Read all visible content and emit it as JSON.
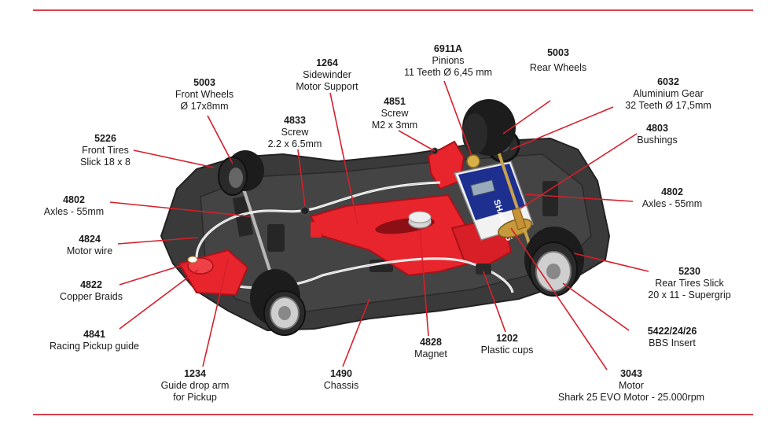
{
  "colors": {
    "rule": "#d9414b",
    "leader": "#d61f2b",
    "chassis": "#3a3a3a",
    "chassis_dark": "#2a2a2a",
    "motor_support": "#e8242c",
    "motor_label": "#1d2f8f",
    "tire": "#1c1c1c"
  },
  "motor": {
    "brand": "SHARK 25"
  },
  "labels": [
    {
      "id": "front-wheels",
      "code": "5003",
      "lines": [
        "Front Wheels",
        "Ø 17x8mm"
      ]
    },
    {
      "id": "sidewinder-support",
      "code": "1264",
      "lines": [
        "Sidewinder",
        "Motor Support"
      ]
    },
    {
      "id": "pinions",
      "code": "6911A",
      "lines": [
        "Pinions",
        "11 Teeth Ø 6,45 mm"
      ]
    },
    {
      "id": "rear-wheels",
      "code": "5003",
      "lines": [
        "Rear Wheels"
      ]
    },
    {
      "id": "aluminium-gear",
      "code": "6032",
      "lines": [
        "Aluminium Gear",
        "32 Teeth Ø 17,5mm"
      ]
    },
    {
      "id": "screw-4851",
      "code": "4851",
      "lines": [
        "Screw",
        "M2 x 3mm"
      ]
    },
    {
      "id": "screw-4833",
      "code": "4833",
      "lines": [
        "Screw",
        "2.2 x 6.5mm"
      ]
    },
    {
      "id": "front-tires",
      "code": "5226",
      "lines": [
        "Front Tires",
        "Slick 18 x 8"
      ]
    },
    {
      "id": "bushings",
      "code": "4803",
      "lines": [
        "Bushings"
      ]
    },
    {
      "id": "axles-front",
      "code": "4802",
      "lines": [
        "Axles - 55mm"
      ]
    },
    {
      "id": "axles-rear",
      "code": "4802",
      "lines": [
        "Axles - 55mm"
      ]
    },
    {
      "id": "motor-wire",
      "code": "4824",
      "lines": [
        "Motor wire"
      ]
    },
    {
      "id": "rear-tires",
      "code": "5230",
      "lines": [
        "Rear Tires Slick",
        "20 x 11 - Supergrip"
      ]
    },
    {
      "id": "copper-braids",
      "code": "4822",
      "lines": [
        "Copper Braids"
      ]
    },
    {
      "id": "pickup-guide",
      "code": "4841",
      "lines": [
        "Racing Pickup guide"
      ]
    },
    {
      "id": "bbs-insert",
      "code": "5422/24/26",
      "lines": [
        "BBS Insert"
      ]
    },
    {
      "id": "magnet",
      "code": "4828",
      "lines": [
        "Magnet"
      ]
    },
    {
      "id": "plastic-cups",
      "code": "1202",
      "lines": [
        "Plastic cups"
      ]
    },
    {
      "id": "guide-drop-arm",
      "code": "1234",
      "lines": [
        "Guide drop arm",
        "for Pickup"
      ]
    },
    {
      "id": "chassis",
      "code": "1490",
      "lines": [
        "Chassis"
      ]
    },
    {
      "id": "motor",
      "code": "3043",
      "lines": [
        "Motor",
        "Shark 25 EVO Motor - 25.000rpm"
      ]
    }
  ]
}
